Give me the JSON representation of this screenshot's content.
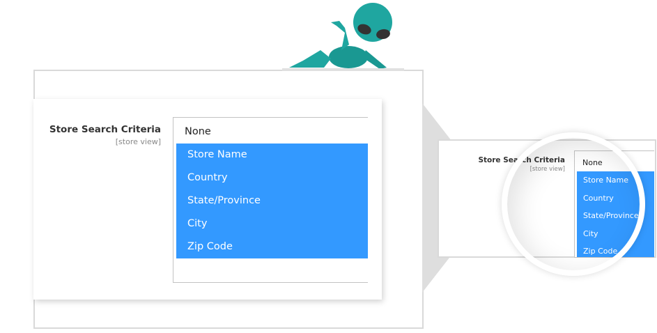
{
  "field": {
    "label": "Store Search Criteria",
    "scope": "[store view]",
    "options": [
      "None",
      "Store Name",
      "Country",
      "State/Province",
      "City",
      "Zip Code"
    ],
    "selected": [
      "Store Name",
      "Country",
      "State/Province",
      "City",
      "Zip Code"
    ]
  },
  "zoomed": {
    "label": "Store Search Criteria",
    "scope": "[store view]",
    "options": [
      "None",
      "Store Name",
      "Country",
      "State/Province",
      "City",
      "Zip Code"
    ]
  },
  "colors": {
    "selected_bg": "#3399ff",
    "alien": "#1fa6a0",
    "arrow": "#dedede"
  }
}
